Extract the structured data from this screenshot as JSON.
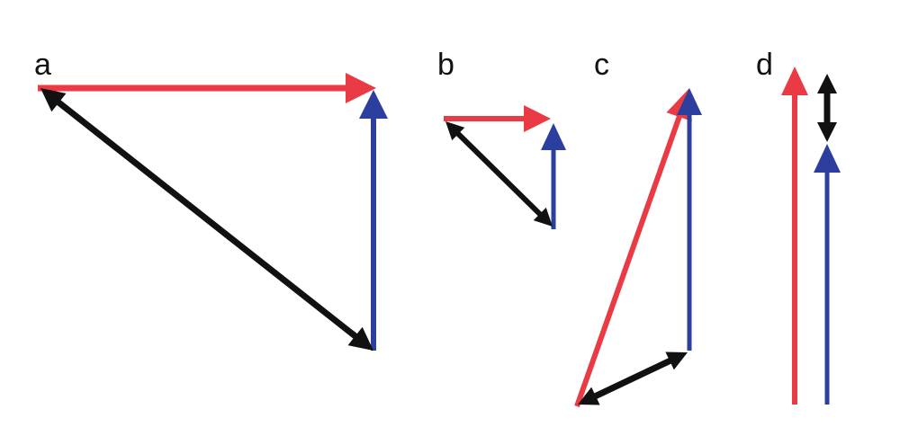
{
  "colors": {
    "red": "#ea3a44",
    "blue": "#2c3f9e",
    "black": "#111111",
    "background": "#ffffff"
  },
  "panels": [
    {
      "label": "a",
      "vectors": [
        {
          "role": "red-vector",
          "color": "red",
          "heads": "end"
        },
        {
          "role": "blue-vector",
          "color": "blue",
          "heads": "end"
        },
        {
          "role": "black-vector",
          "color": "black",
          "heads": "both"
        }
      ]
    },
    {
      "label": "b",
      "vectors": [
        {
          "role": "red-vector",
          "color": "red",
          "heads": "end"
        },
        {
          "role": "blue-vector",
          "color": "blue",
          "heads": "end"
        },
        {
          "role": "black-vector",
          "color": "black",
          "heads": "both"
        }
      ]
    },
    {
      "label": "c",
      "vectors": [
        {
          "role": "red-vector",
          "color": "red",
          "heads": "end"
        },
        {
          "role": "blue-vector",
          "color": "blue",
          "heads": "end"
        },
        {
          "role": "black-vector",
          "color": "black",
          "heads": "both"
        }
      ]
    },
    {
      "label": "d",
      "vectors": [
        {
          "role": "red-vector",
          "color": "red",
          "heads": "end"
        },
        {
          "role": "blue-vector",
          "color": "blue",
          "heads": "end"
        },
        {
          "role": "black-vector",
          "color": "black",
          "heads": "both"
        }
      ]
    }
  ]
}
